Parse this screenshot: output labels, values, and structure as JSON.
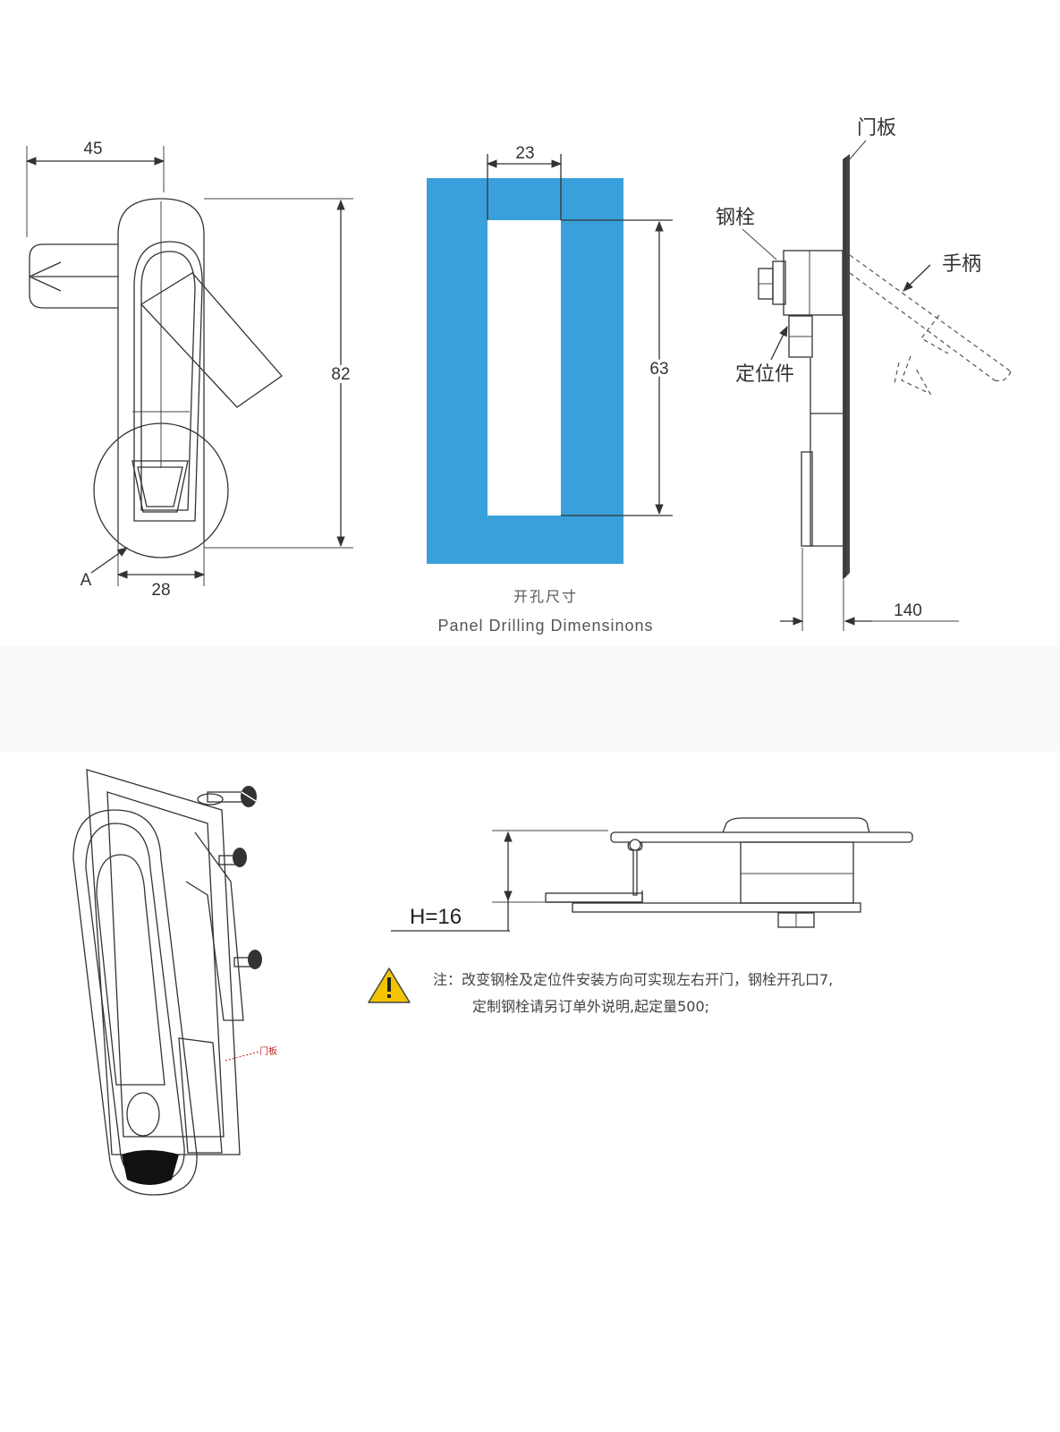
{
  "front_view": {
    "dim_width": "45",
    "dim_height": "82",
    "dim_bottom": "28",
    "label_a": "A"
  },
  "drilling": {
    "dim_width": "23",
    "dim_height": "63",
    "caption_cn": "开孔尺寸",
    "caption_en": "Panel Drilling Dimensinons",
    "fill_color": "#3aa0dc"
  },
  "side_view": {
    "label_panel": "门板",
    "label_bolt": "钢栓",
    "label_handle": "手柄",
    "label_locator": "定位件",
    "dim_swing": "140"
  },
  "profile_view": {
    "dim_height": "H=16"
  },
  "perspective": {
    "label_panel": "门板"
  },
  "note": {
    "icon": "warning-icon",
    "line1": "注：改变钢栓及定位件安装方向可实现左右开门，钢栓开孔口7,",
    "line2": "定制钢栓请另订单外说明,起定量500;"
  }
}
